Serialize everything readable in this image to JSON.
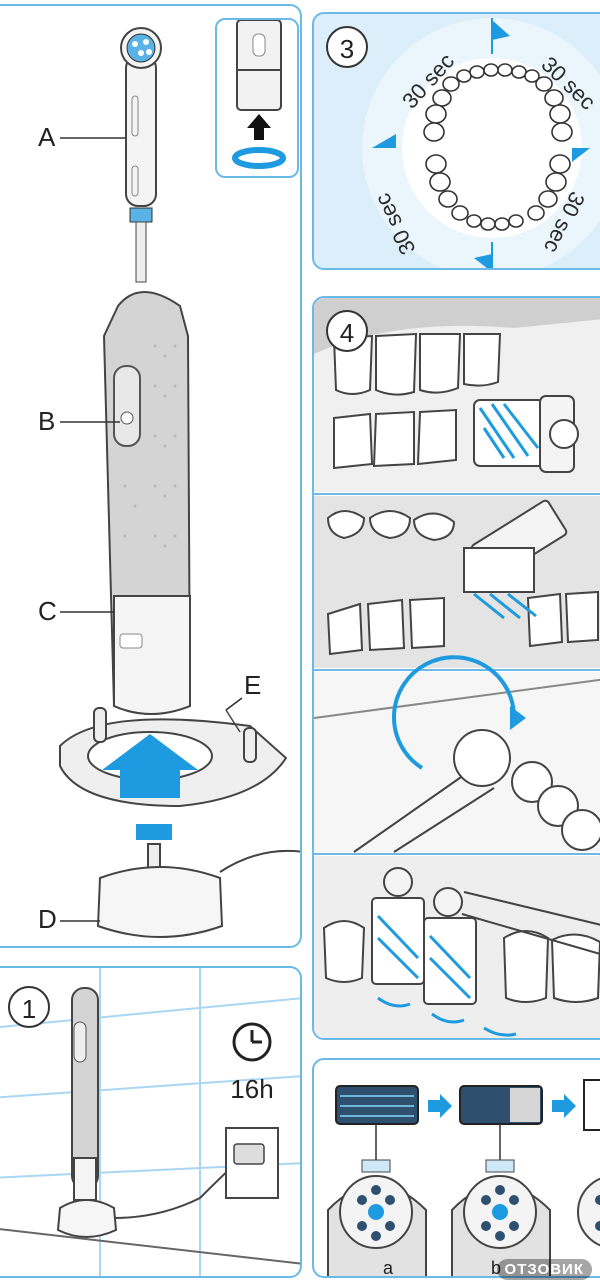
{
  "colors": {
    "accent": "#1e9be0",
    "panel_border": "#6bb9e6",
    "line": "#444444",
    "body": "#d4d4d4",
    "light": "#eeeeee"
  },
  "main_diagram": {
    "labels": {
      "a": "A",
      "b": "B",
      "c": "C",
      "d": "D",
      "e": "E"
    }
  },
  "step1": {
    "number": "1",
    "time": "16h",
    "icon": "clock-icon"
  },
  "step3": {
    "number": "3",
    "sections": [
      "30 sec",
      "30 sec",
      "30 sec",
      "30 sec"
    ]
  },
  "step4": {
    "number": "4"
  },
  "step5": {
    "captions": [
      "a",
      "b"
    ]
  },
  "watermark": "ОТЗОВИК"
}
